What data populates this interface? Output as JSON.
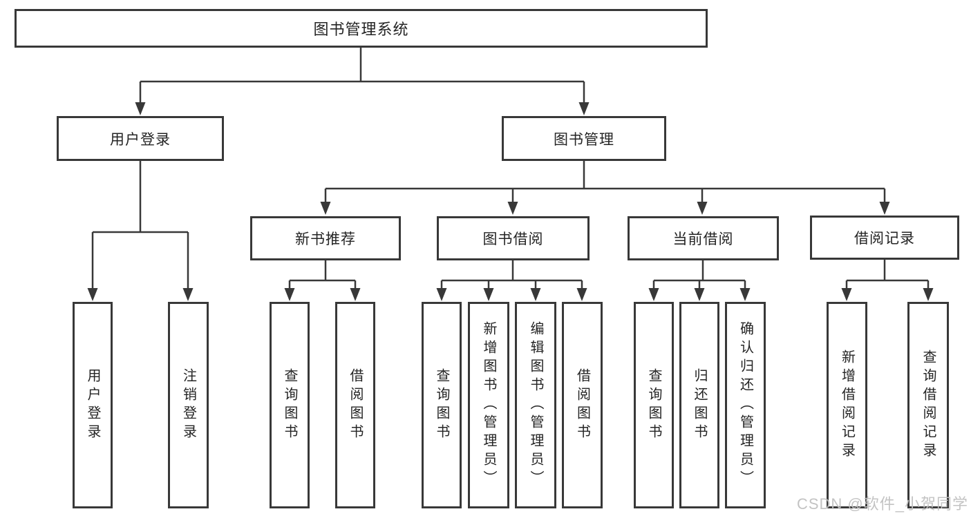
{
  "nodes": {
    "root": "图书管理系统",
    "user_login": "用户登录",
    "book_mgmt": "图书管理",
    "new_book_rec": "新书推荐",
    "book_borrow": "图书借阅",
    "current_borrow": "当前借阅",
    "borrow_record": "借阅记录",
    "leaf_user_login": "用户登录",
    "leaf_logout": "注销登录",
    "leaf_rec_query": "查询图书",
    "leaf_rec_borrow": "借阅图书",
    "leaf_bor_query": "查询图书",
    "leaf_bor_add": "新增图书（管理员）",
    "leaf_bor_edit": "编辑图书（管理员）",
    "leaf_bor_borrow": "借阅图书",
    "leaf_cur_query": "查询图书",
    "leaf_cur_return": "归还图书",
    "leaf_cur_confirm": "确认归还（管理员）",
    "leaf_rc_add": "新增借阅记录",
    "leaf_rc_query": "查询借阅记录"
  },
  "tree": {
    "图书管理系统": {
      "用户登录": [
        "用户登录",
        "注销登录"
      ],
      "图书管理": {
        "新书推荐": [
          "查询图书",
          "借阅图书"
        ],
        "图书借阅": [
          "查询图书",
          "新增图书（管理员）",
          "编辑图书（管理员）",
          "借阅图书"
        ],
        "当前借阅": [
          "查询图书",
          "归还图书",
          "确认归还（管理员）"
        ],
        "借阅记录": [
          "新增借阅记录",
          "查询借阅记录"
        ]
      }
    }
  },
  "watermark": {
    "text": "CSDN @软件_小贺同学",
    "color": "#c0c0c0"
  },
  "colors": {
    "background": "#ffffff",
    "line": "#383838",
    "box_fill": "#ffffff",
    "text": "#242424"
  }
}
